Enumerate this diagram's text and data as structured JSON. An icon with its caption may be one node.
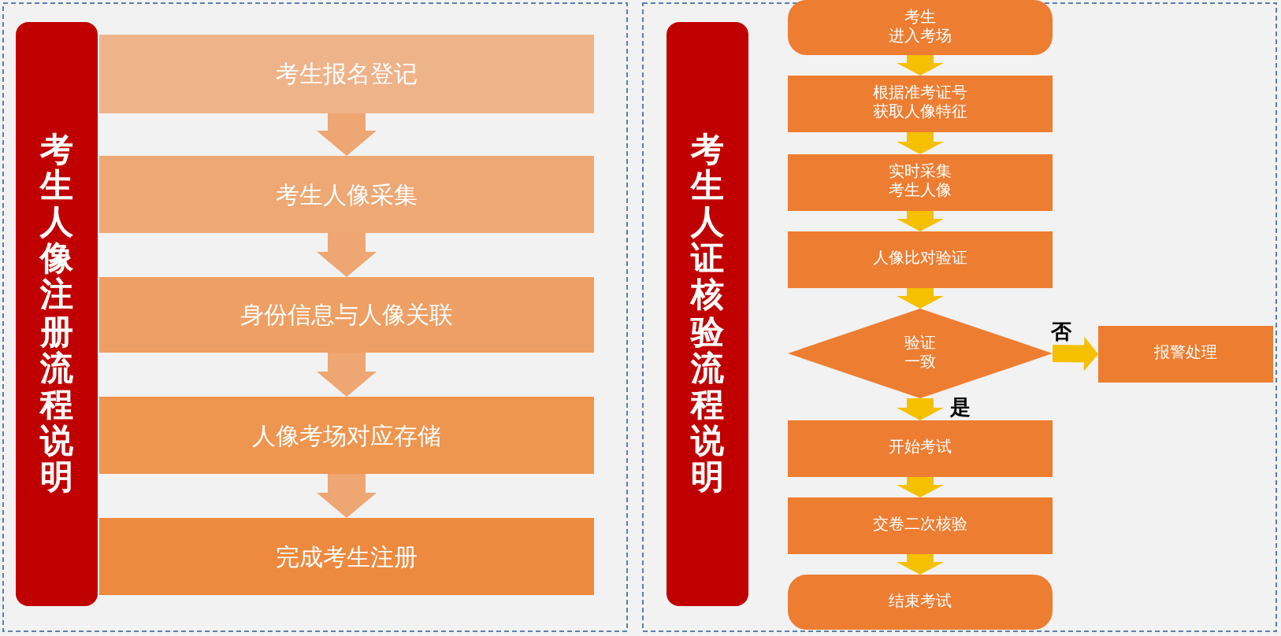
{
  "diagram": {
    "nodes": [
      {
        "text": [
          "考生人像注册流程说明"
        ]
      },
      {
        "text": [
          "考生报名登记"
        ]
      },
      {
        "text": [
          "考生人像采集"
        ]
      },
      {
        "text": [
          "身份信息与人像关联"
        ]
      },
      {
        "text": [
          "人像考场对应存储"
        ]
      },
      {
        "text": [
          "完成考生注册"
        ]
      },
      {
        "text": [
          "考生人证核验流程说明"
        ]
      },
      {
        "text": [
          "考生进入考场"
        ]
      },
      {
        "text": [
          "根据准考证号获取人像特征"
        ]
      },
      {
        "text": [
          "实时采集考生人像"
        ]
      },
      {
        "text": [
          "人像比对验证"
        ]
      },
      {
        "text": [
          "验证一致"
        ]
      },
      {
        "text": [
          "报警处理"
        ]
      },
      {
        "text": [
          "开始考试"
        ]
      },
      {
        "text": [
          "交卷二次核验"
        ]
      },
      {
        "text": [
          "结束考试"
        ]
      }
    ],
    "edges": [
      {
        "from": 1,
        "to": 2,
        "arrow": "to",
        "color": "#eea672"
      },
      {
        "from": 2,
        "to": 3,
        "arrow": "to",
        "color": "#eea672"
      },
      {
        "from": 3,
        "to": 4,
        "arrow": "to",
        "color": "#eea672"
      },
      {
        "from": 4,
        "to": 5,
        "arrow": "to",
        "color": "#eea672"
      },
      {
        "from": 7,
        "to": 8,
        "arrow": "to"
      },
      {
        "from": 8,
        "to": 9,
        "arrow": "to"
      },
      {
        "from": 9,
        "to": 10,
        "arrow": "to"
      },
      {
        "from": 10,
        "to": 11,
        "arrow": "to"
      },
      {
        "from": 11,
        "to": 12,
        "arrow": "to",
        "label": "否"
      },
      {
        "from": 11,
        "to": 13,
        "arrow": "to",
        "label": "是"
      },
      {
        "from": 13,
        "to": 14,
        "arrow": "to"
      },
      {
        "from": 14,
        "to": 15,
        "arrow": "to"
      }
    ]
  }
}
